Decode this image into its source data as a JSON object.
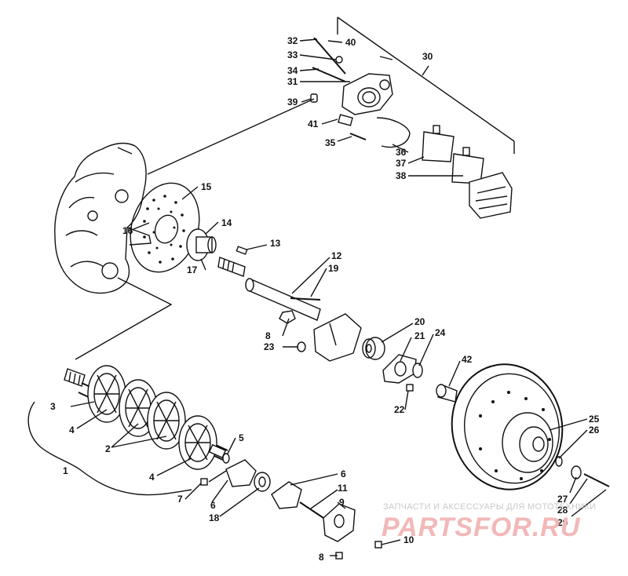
{
  "watermark": {
    "text": "ЗАПЧАСТИ И АКСЕССУАРЫ ДЛЯ МОТОТЕХНИКИ",
    "logo": "PARTSFOR.RU",
    "color": "#f2b8b8"
  },
  "callouts": [
    {
      "id": "p1",
      "label": "1"
    },
    {
      "id": "p2",
      "label": "2"
    },
    {
      "id": "p3",
      "label": "3"
    },
    {
      "id": "p4a",
      "label": "4"
    },
    {
      "id": "p4b",
      "label": "4"
    },
    {
      "id": "p5",
      "label": "5"
    },
    {
      "id": "p6a",
      "label": "6"
    },
    {
      "id": "p6b",
      "label": "6"
    },
    {
      "id": "p7",
      "label": "7"
    },
    {
      "id": "p8a",
      "label": "8"
    },
    {
      "id": "p8b",
      "label": "8"
    },
    {
      "id": "p9",
      "label": "9"
    },
    {
      "id": "p10",
      "label": "10"
    },
    {
      "id": "p11",
      "label": "11"
    },
    {
      "id": "p12",
      "label": "12"
    },
    {
      "id": "p13",
      "label": "13"
    },
    {
      "id": "p14",
      "label": "14"
    },
    {
      "id": "p15",
      "label": "15"
    },
    {
      "id": "p16",
      "label": "16"
    },
    {
      "id": "p17",
      "label": "17"
    },
    {
      "id": "p18",
      "label": "18"
    },
    {
      "id": "p19",
      "label": "19"
    },
    {
      "id": "p20",
      "label": "20"
    },
    {
      "id": "p21",
      "label": "21"
    },
    {
      "id": "p22",
      "label": "22"
    },
    {
      "id": "p23",
      "label": "23"
    },
    {
      "id": "p24",
      "label": "24"
    },
    {
      "id": "p25",
      "label": "25"
    },
    {
      "id": "p26",
      "label": "26"
    },
    {
      "id": "p27",
      "label": "27"
    },
    {
      "id": "p28",
      "label": "28"
    },
    {
      "id": "p29",
      "label": "29"
    },
    {
      "id": "p30",
      "label": "30"
    },
    {
      "id": "p31",
      "label": "31"
    },
    {
      "id": "p32",
      "label": "32"
    },
    {
      "id": "p33",
      "label": "33"
    },
    {
      "id": "p34",
      "label": "34"
    },
    {
      "id": "p35",
      "label": "35"
    },
    {
      "id": "p36",
      "label": "36"
    },
    {
      "id": "p37",
      "label": "37"
    },
    {
      "id": "p38",
      "label": "38"
    },
    {
      "id": "p39",
      "label": "39"
    },
    {
      "id": "p40",
      "label": "40"
    },
    {
      "id": "p41",
      "label": "41"
    },
    {
      "id": "p42",
      "label": "42"
    }
  ]
}
